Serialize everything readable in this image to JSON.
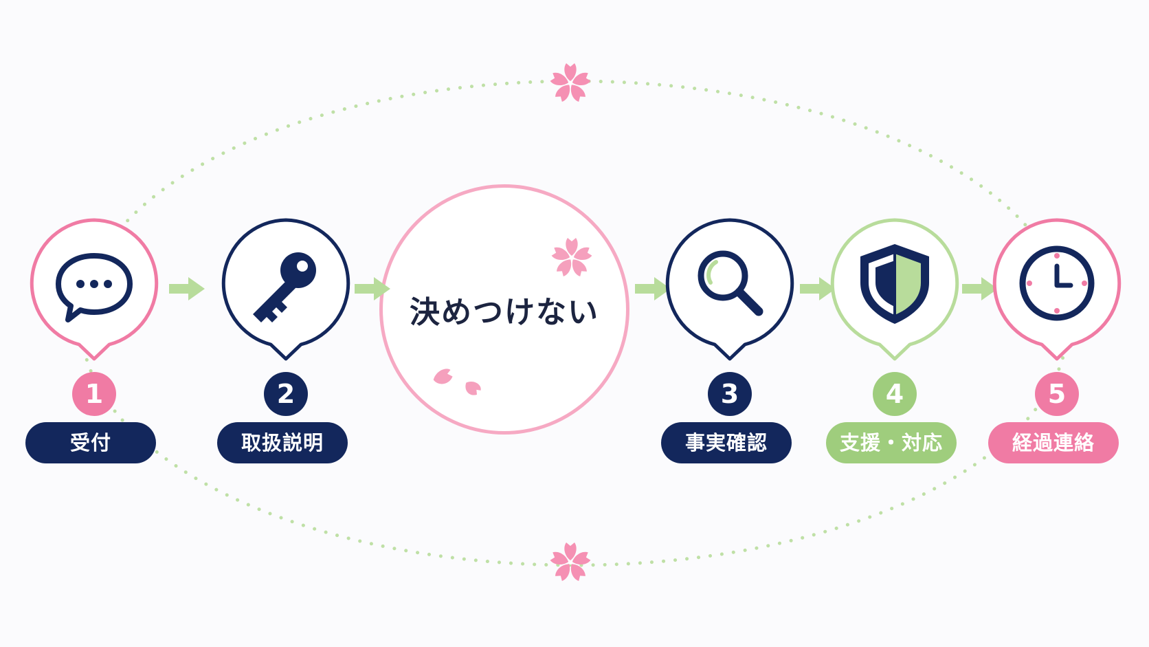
{
  "center": {
    "text": "決めつけない"
  },
  "colors": {
    "navy": "#13275c",
    "pink": "#f07ba4",
    "pink_light": "#f6a9c3",
    "green": "#9fcd7d",
    "green_light": "#b8dc9b",
    "text_dark": "#1c2440"
  },
  "steps": [
    {
      "number": "1",
      "label": "受付",
      "icon": "chat-bubble-icon"
    },
    {
      "number": "2",
      "label": "取扱説明",
      "icon": "key-icon"
    },
    {
      "number": "3",
      "label": "事実確認",
      "icon": "magnifier-icon"
    },
    {
      "number": "4",
      "label": "支援・対応",
      "icon": "shield-icon"
    },
    {
      "number": "5",
      "label": "経過連絡",
      "icon": "clock-icon"
    }
  ]
}
